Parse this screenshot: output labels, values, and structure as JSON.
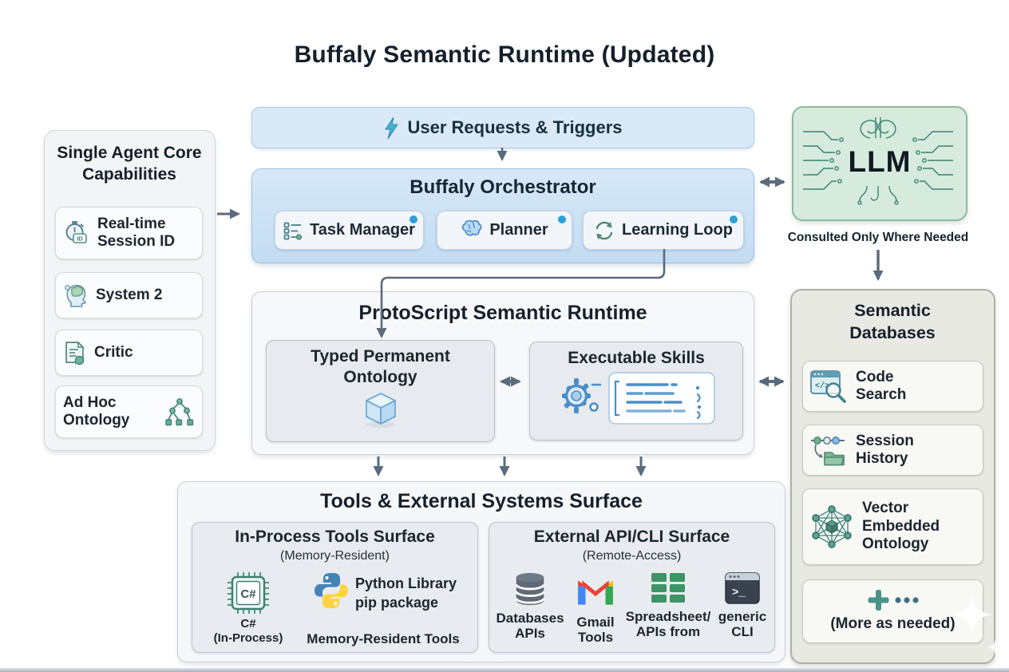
{
  "title": "Buffaly Semantic Runtime (Updated)",
  "top_bar": {
    "label": "User Requests & Triggers"
  },
  "sidebar": {
    "title": "Single Agent Core Capabilities",
    "items": [
      {
        "label": "Real-time Session ID",
        "icon": "stopwatch-id-icon"
      },
      {
        "label": "System 2",
        "icon": "head-brain-icon"
      },
      {
        "label": "Critic",
        "icon": "document-review-icon"
      },
      {
        "label": "Ad Hoc Ontology",
        "icon": "tree-graph-icon"
      }
    ]
  },
  "orchestrator": {
    "title": "Buffaly Orchestrator",
    "modules": [
      {
        "label": "Task Manager",
        "icon": "task-list-icon"
      },
      {
        "label": "Planner",
        "icon": "brain-icon"
      },
      {
        "label": "Learning Loop",
        "icon": "cycle-arrows-icon"
      }
    ]
  },
  "llm": {
    "label": "LLM",
    "caption": "Consulted Only Where Needed"
  },
  "runtime": {
    "title": "ProtoScript Semantic Runtime",
    "ontology_label": "Typed Permanent Ontology",
    "skills_label": "Executable Skills"
  },
  "databases": {
    "title": "Semantic Databases",
    "items": [
      {
        "label": "Code Search",
        "icon": "code-window-magnifier-icon"
      },
      {
        "label": "Session History",
        "icon": "commit-graph-folder-icon"
      },
      {
        "label": "Vector Embedded Ontology",
        "icon": "network-graph-icon"
      },
      {
        "label": "(More as needed)",
        "icon": "plus-ellipsis-icon"
      }
    ]
  },
  "tools": {
    "title": "Tools & External Systems Surface",
    "in_process": {
      "title": "In-Process Tools Surface",
      "subtitle": "(Memory-Resident)",
      "csharp_label": "C#",
      "csharp_sublabel": "(In-Process)",
      "python_line1": "Python Library",
      "python_line2": "pip package",
      "footer": "Memory-Resident Tools"
    },
    "external": {
      "title": "External API/CLI Surface",
      "subtitle": "(Remote-Access)",
      "items": [
        {
          "label": "Databases APIs",
          "icon": "database-icon"
        },
        {
          "label": "Gmail Tools",
          "icon": "gmail-icon"
        },
        {
          "label": "Spreadsheet/ APIs from",
          "icon": "spreadsheet-icon"
        },
        {
          "label": "generic CLI",
          "icon": "terminal-icon"
        }
      ]
    }
  },
  "icon_text": {
    "id_badge": "ID",
    "csharp_chip": "C#",
    "code_tag": "</>",
    "terminal_prompt": ">_"
  },
  "colors": {
    "arrow": "#5a6b7e",
    "orchestrator_fill": "#cde2f4",
    "topbar_fill": "#d9e9f8",
    "llm_fill": "#d7eade",
    "llm_circuit": "#37836f",
    "semdb_fill": "#e9e9e3",
    "module_dot": "#2ba2da",
    "teal_icon": "#4a9389",
    "blue_icon": "#4b8ec7"
  }
}
